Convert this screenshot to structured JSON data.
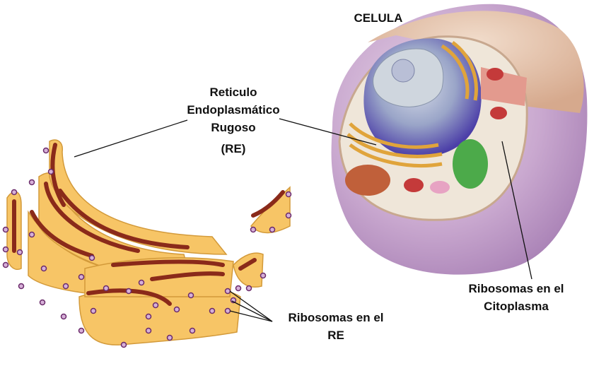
{
  "title": "CELULA",
  "labels": {
    "rer": [
      "Reticulo",
      "Endoplasmático",
      "Rugoso",
      "(RE)"
    ],
    "ribosomes_er": [
      "Ribosomas en el",
      "RE"
    ],
    "ribosomes_cytoplasm": [
      "Ribosomas en el",
      "Citoplasma"
    ]
  },
  "colors": {
    "er_fill": "#f7c566",
    "er_channel": "#8a2a1a",
    "ribosome": "#8a4a8a",
    "cell_membrane": "#b48bc0",
    "nucleus": "#5a4fb0"
  }
}
